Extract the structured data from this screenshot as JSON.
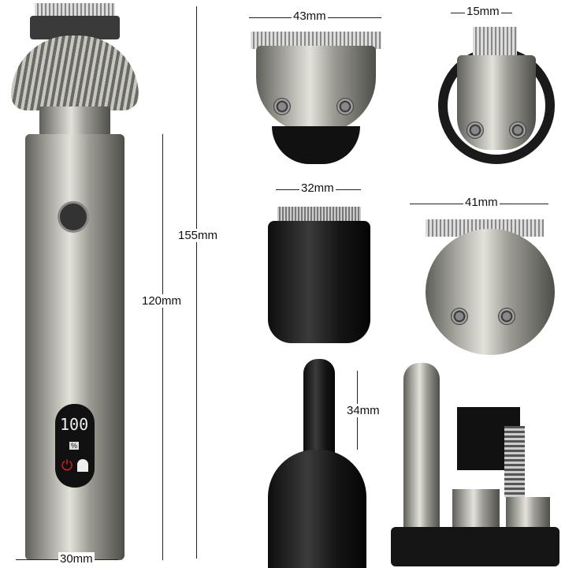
{
  "dimensions": {
    "trimmer_height_total": "155mm",
    "trimmer_body_height": "120mm",
    "trimmer_width": "30mm",
    "t_blade_width": "43mm",
    "small_blade_width": "15mm",
    "shaver_head_width": "32mm",
    "round_blade_width": "41mm",
    "nose_trimmer_height": "34mm"
  },
  "display": {
    "value": "100",
    "unit": "%"
  },
  "colors": {
    "metal": "#a9a89f",
    "black": "#1a1a1a",
    "charge_icon": "#e0201c"
  }
}
